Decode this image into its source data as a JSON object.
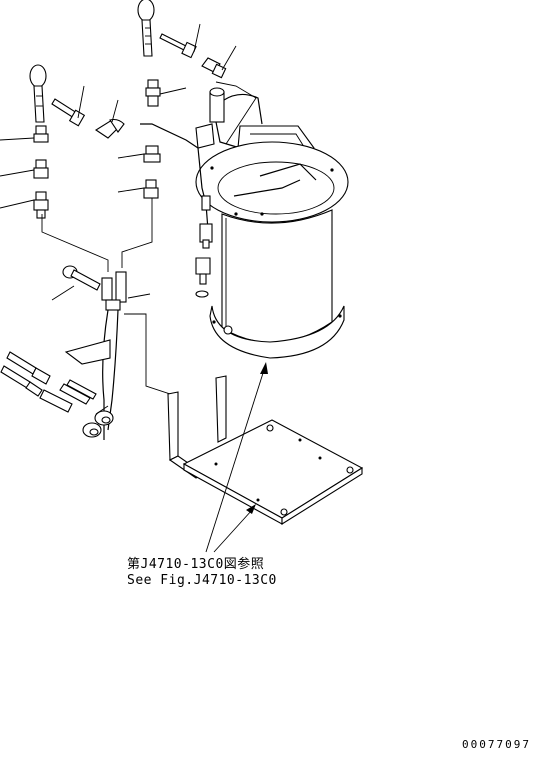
{
  "figure": {
    "reference_label_jp": "第J4710-13C0図参照",
    "reference_label_en": "See Fig.J4710-13C0",
    "drawing_code": "00077097"
  }
}
